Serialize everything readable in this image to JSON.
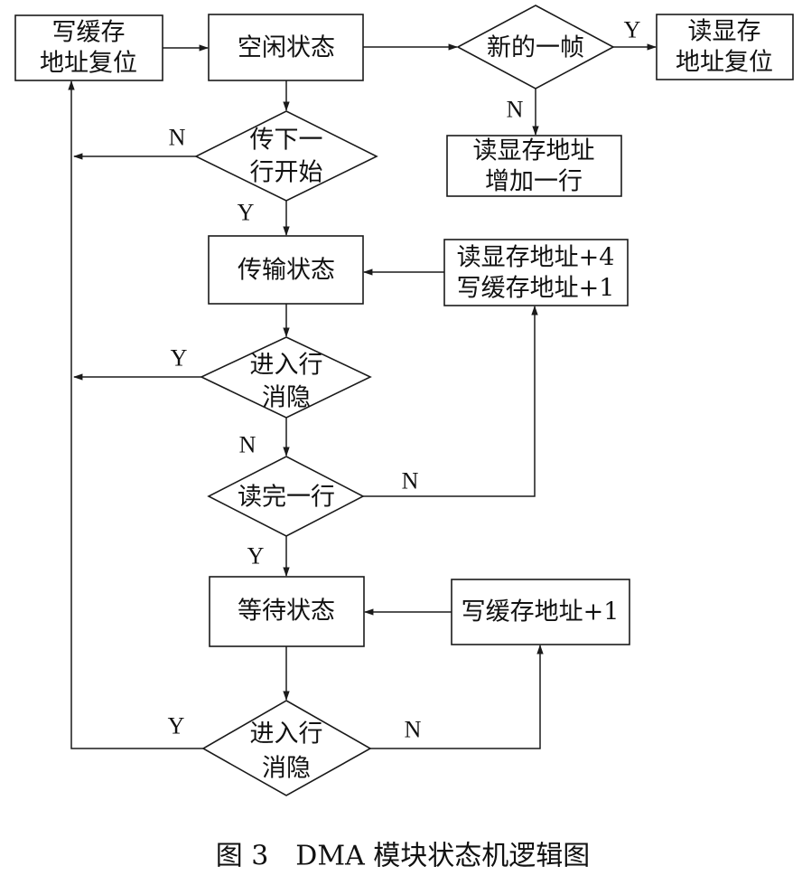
{
  "diagram": {
    "type": "flowchart",
    "caption": "图 3　DMA 模块状态机逻辑图",
    "nodes": {
      "write_buf_reset": {
        "shape": "process",
        "lines": [
          "写缓存",
          "地址复位"
        ]
      },
      "idle": {
        "shape": "process",
        "lines": [
          "空闲状态"
        ]
      },
      "new_frame": {
        "shape": "decision",
        "lines": [
          "新的一帧"
        ]
      },
      "read_vram_reset": {
        "shape": "process",
        "lines": [
          "读显存",
          "地址复位"
        ]
      },
      "read_vram_next_line": {
        "shape": "process",
        "lines": [
          "读显存地址",
          "增加一行"
        ]
      },
      "next_line_start": {
        "shape": "decision",
        "lines": [
          "传下一",
          "行开始"
        ]
      },
      "transfer": {
        "shape": "process",
        "lines": [
          "传输状态"
        ]
      },
      "addr_inc": {
        "shape": "process",
        "lines": [
          "读显存地址+4",
          "写缓存地址+1"
        ]
      },
      "hblank_1": {
        "shape": "decision",
        "lines": [
          "进入行",
          "消隐"
        ]
      },
      "line_done": {
        "shape": "decision",
        "lines": [
          "读完一行"
        ]
      },
      "wait": {
        "shape": "process",
        "lines": [
          "等待状态"
        ]
      },
      "write_buf_inc": {
        "shape": "process",
        "lines": [
          "写缓存地址+1"
        ]
      },
      "hblank_2": {
        "shape": "decision",
        "lines": [
          "进入行",
          "消隐"
        ]
      }
    },
    "edges": [
      {
        "from": "write_buf_reset",
        "to": "idle",
        "label": ""
      },
      {
        "from": "idle",
        "to": "new_frame",
        "label": ""
      },
      {
        "from": "new_frame",
        "to": "read_vram_reset",
        "label": "Y"
      },
      {
        "from": "new_frame",
        "to": "read_vram_next_line",
        "label": "N"
      },
      {
        "from": "idle",
        "to": "next_line_start",
        "label": ""
      },
      {
        "from": "next_line_start",
        "to": "write_buf_reset",
        "label": "N"
      },
      {
        "from": "next_line_start",
        "to": "transfer",
        "label": "Y"
      },
      {
        "from": "addr_inc",
        "to": "transfer",
        "label": ""
      },
      {
        "from": "transfer",
        "to": "hblank_1",
        "label": ""
      },
      {
        "from": "hblank_1",
        "to": "write_buf_reset",
        "label": "Y"
      },
      {
        "from": "hblank_1",
        "to": "line_done",
        "label": "N"
      },
      {
        "from": "line_done",
        "to": "addr_inc",
        "label": "N"
      },
      {
        "from": "line_done",
        "to": "wait",
        "label": "Y"
      },
      {
        "from": "write_buf_inc",
        "to": "wait",
        "label": ""
      },
      {
        "from": "wait",
        "to": "hblank_2",
        "label": ""
      },
      {
        "from": "hblank_2",
        "to": "write_buf_reset",
        "label": "Y"
      },
      {
        "from": "hblank_2",
        "to": "write_buf_inc",
        "label": "N"
      }
    ]
  }
}
